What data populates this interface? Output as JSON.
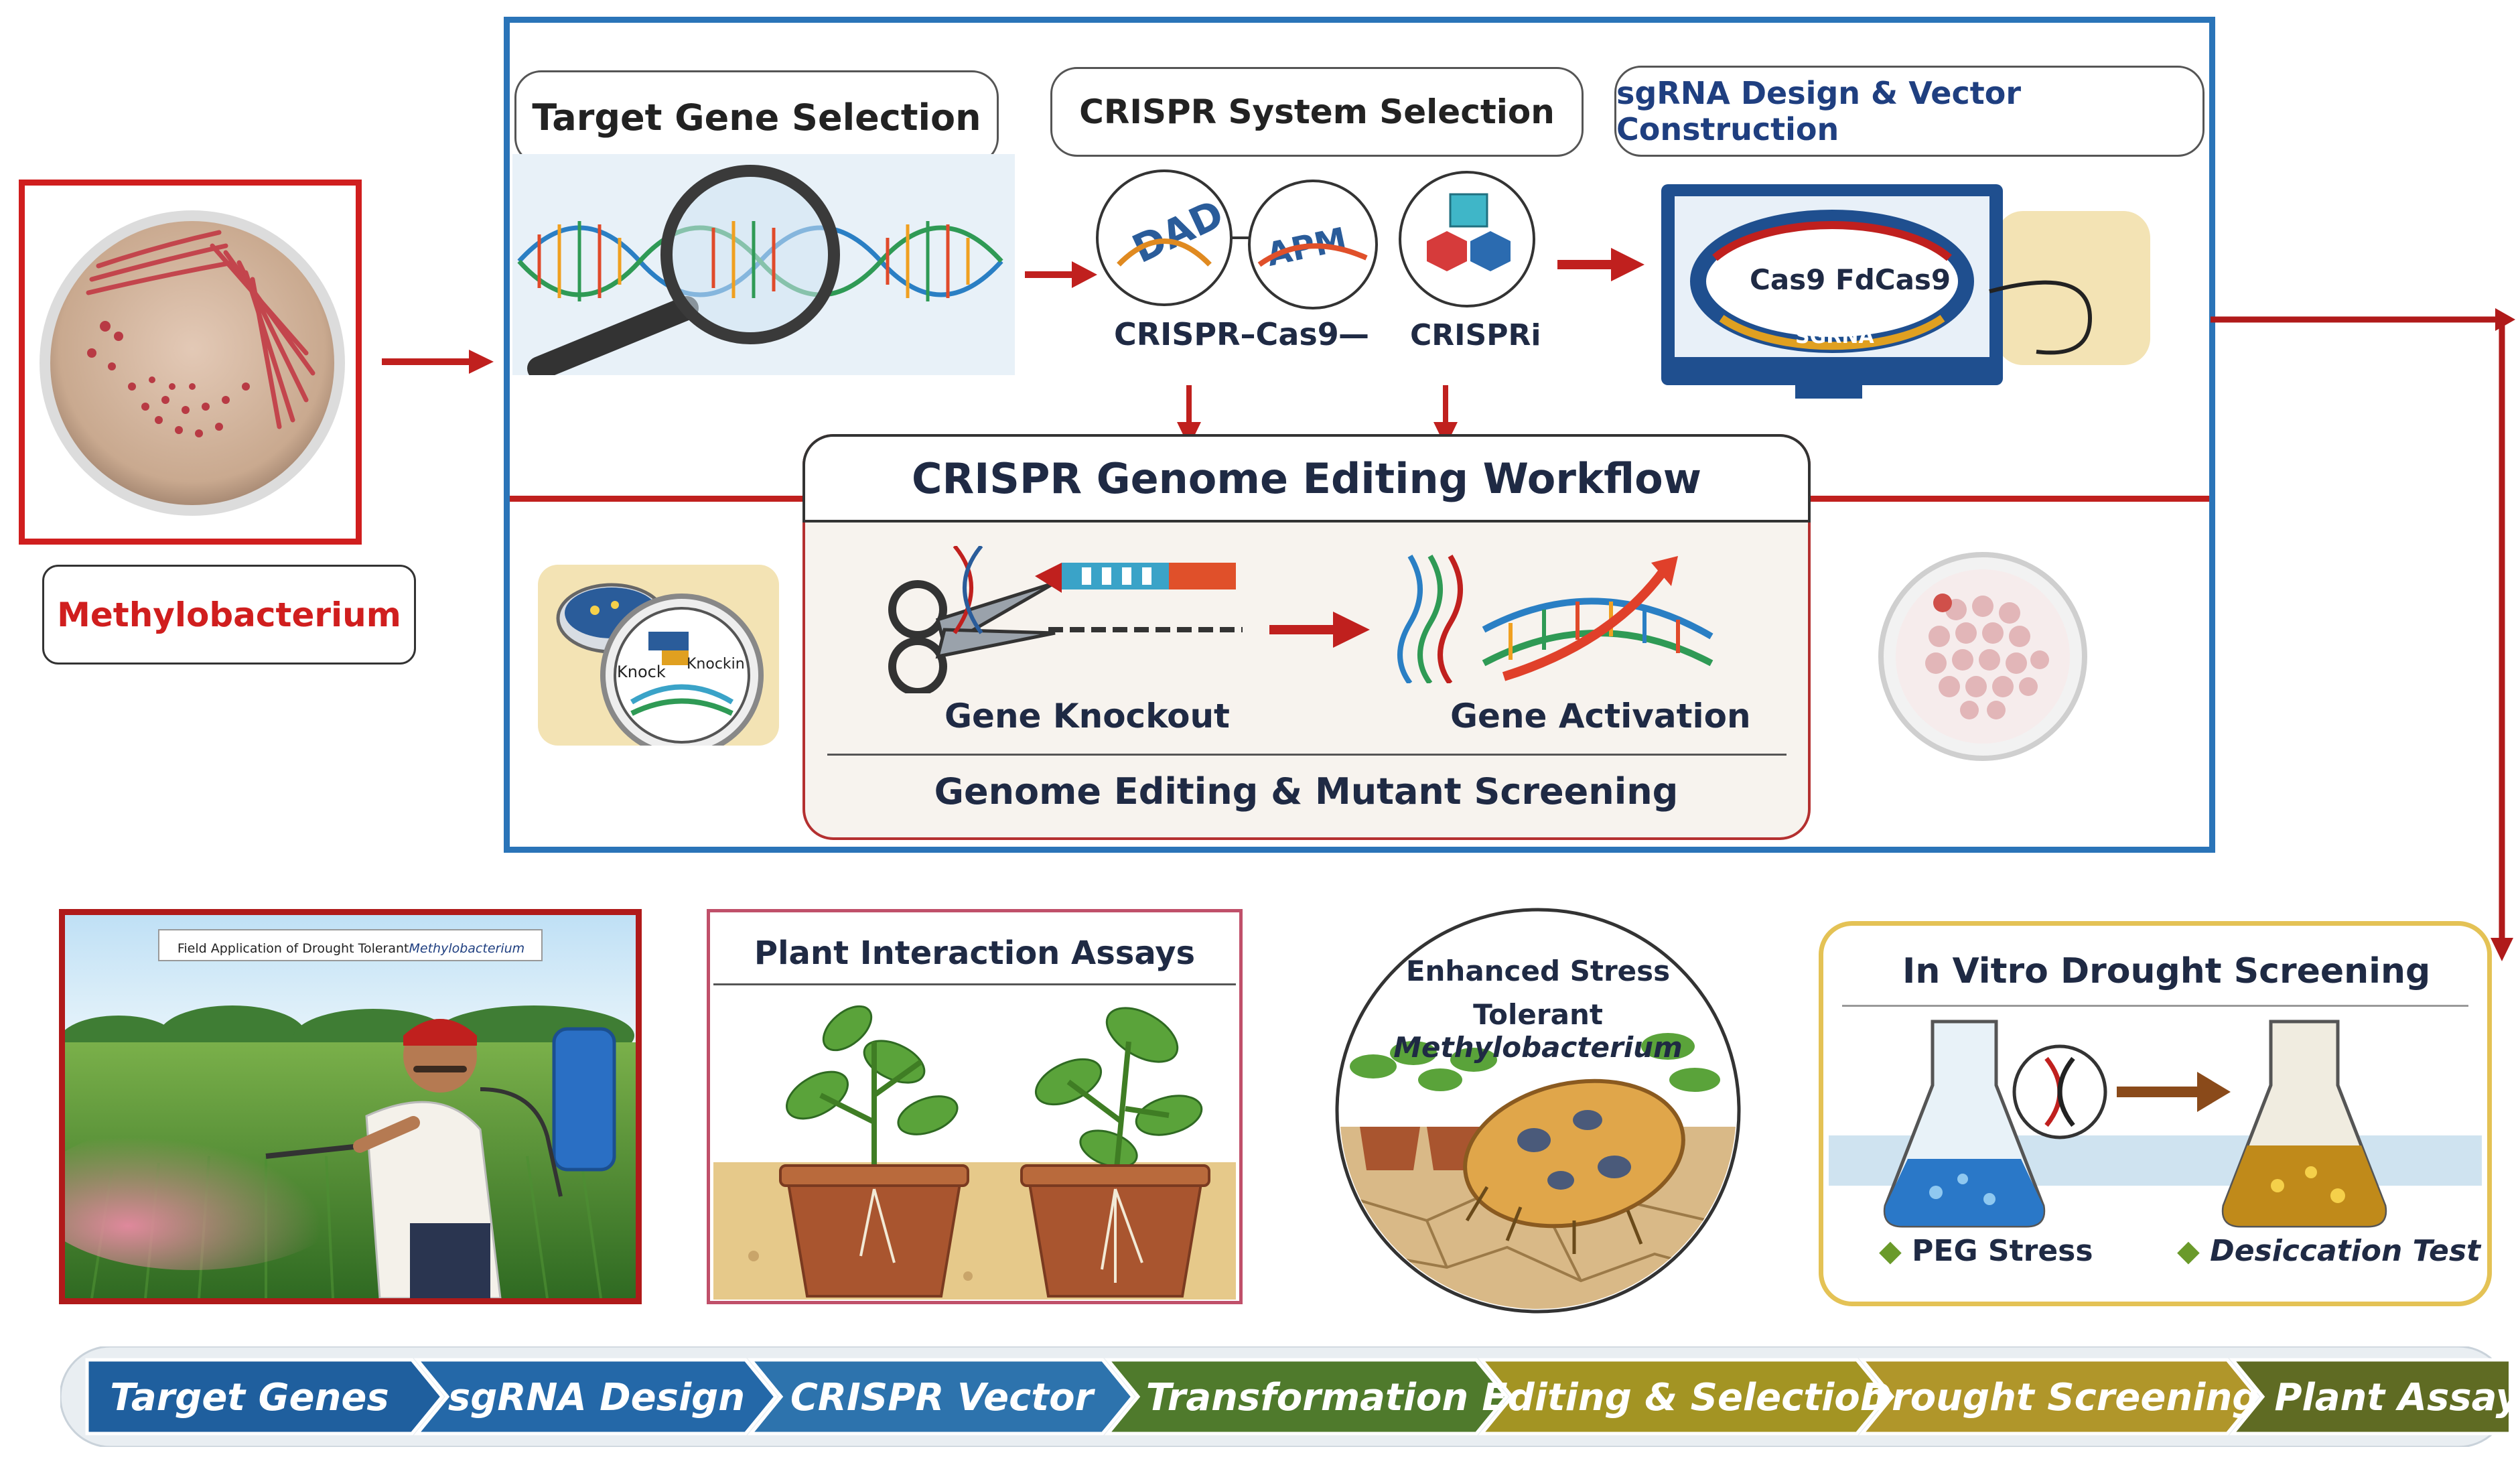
{
  "source": {
    "label": "Methylobacterium"
  },
  "workflow": {
    "steps": {
      "target_gene": "Target Gene Selection",
      "crispr_system": "CRISPR System Selection",
      "sgrna_design": "sgRNA Design & Vector Construction"
    },
    "crispr_labels": {
      "cas9": "CRISPR–Cas9",
      "sep": "—",
      "crispri": "CRISPRi"
    },
    "monitor_text": "Cas9 FdCas9",
    "monitor_sub": "SGRNA",
    "main_title": "CRISPR Genome Editing Workflow",
    "knockout": "Gene Knockout",
    "activation": "Gene Activation",
    "screening": "Genome Editing & Mutant Screening",
    "knock_label": "Knock",
    "knockin_label": "Knockin"
  },
  "field": {
    "caption_prefix": "Field Application of Drought Tolerant ",
    "caption_em": "Methylobacterium"
  },
  "plant_assays": {
    "title": "Plant Interaction Assays"
  },
  "stress": {
    "line1": "Enhanced Stress",
    "line2_prefix": "Tolerant ",
    "line2_em": "Methylobacterium"
  },
  "drought": {
    "title": "In Vitro Drought Screening",
    "peg": "PEG Stress",
    "desiccation": "Desiccation Test"
  },
  "pipeline": {
    "stages": [
      {
        "label": "Target Genes",
        "color": "#1f5f9e"
      },
      {
        "label": "sgRNA Design",
        "color": "#2468a8"
      },
      {
        "label": "CRISPR Vector",
        "color": "#2d73ad"
      },
      {
        "label": "Transformation",
        "color": "#4f7a2c"
      },
      {
        "label": "Editing & Selection",
        "color": "#a39423"
      },
      {
        "label": "Drought Screening",
        "color": "#b0962a"
      },
      {
        "label": "Plant Assays",
        "color": "#5f6b23"
      }
    ]
  },
  "colors": {
    "frame_blue": "#2a74b8",
    "accent_red": "#c0201e",
    "dark_red": "#b01a1a",
    "gold": "#e4c255"
  }
}
